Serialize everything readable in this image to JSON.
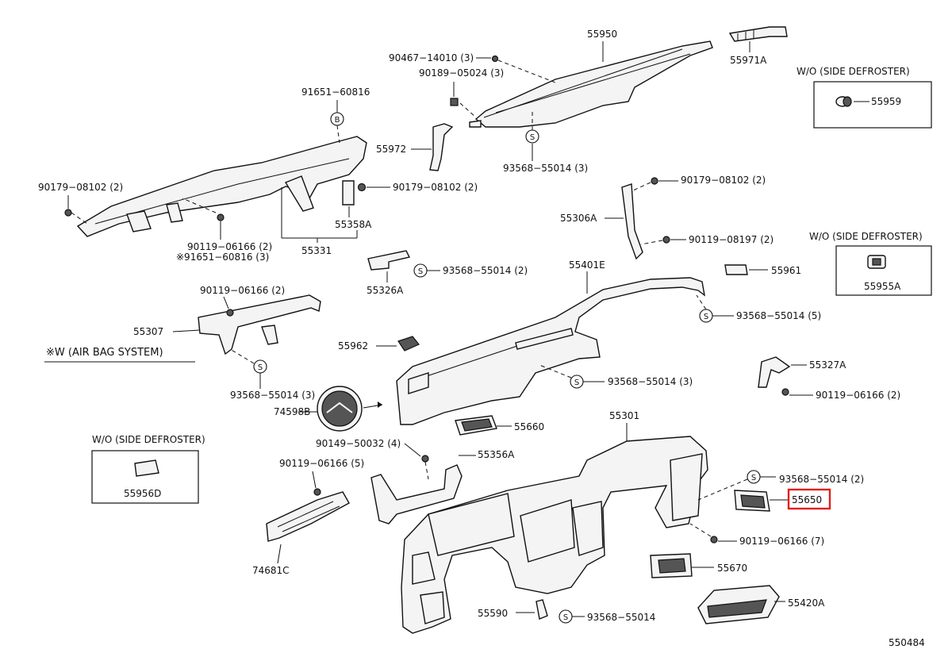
{
  "diagram": {
    "parts": {
      "p55950": "55950",
      "p55971A": "55971A",
      "p90467": "90467−14010 (3)",
      "p90189": "90189−05024 (3)",
      "p55972": "55972",
      "p93568_3a": "93568−55014 (3)",
      "p91651": "91651−60816",
      "p90179_a": "90179−08102 (2)",
      "p90179_b": "90179−08102 (2)",
      "p90119_06166_2": "90119−06166 (2)",
      "p91651_3": "※91651−60816 (3)",
      "p55358A": "55358A",
      "p55331": "55331",
      "p90179_c": "90179−08102 (2)",
      "p55306A": "55306A",
      "p90119_08197": "90119−08197 (2)",
      "p55326A": "55326A",
      "p93568_2a": "93568−55014 (2)",
      "p55401E": "55401E",
      "p55961": "55961",
      "p93568_5": "93568−55014 (5)",
      "p90119_06166_2b": "90119−06166 (2)",
      "p55307": "55307",
      "p55962": "55962",
      "p93568_3b": "93568−55014 (3)",
      "p55327A": "55327A",
      "p90119_06166_2c": "90119−06166 (2)",
      "p93568_3c": "93568−55014 (3)",
      "p74598B": "74598B",
      "p55660": "55660",
      "p55301": "55301",
      "p90149": "90149−50032 (4)",
      "p55356A": "55356A",
      "p90119_06166_5": "90119−06166 (5)",
      "p93568_2b": "93568−55014 (2)",
      "p55650": "55650",
      "p90119_06166_7": "90119−06166 (7)",
      "p74681C": "74681C",
      "p55670": "55670",
      "p55590": "55590",
      "p93568_last": "93568−55014",
      "p55420A": "55420A",
      "p55959": "55959",
      "p55955A": "55955A",
      "p55956D": "55956D"
    },
    "notes": {
      "wo_side_defroster_1": "W/O (SIDE DEFROSTER)",
      "wo_side_defroster_2": "W/O (SIDE DEFROSTER)",
      "wo_side_defroster_3": "W/O (SIDE DEFROSTER)",
      "airbag": "※W (AIR BAG SYSTEM)"
    },
    "symbols": {
      "bolt_s": "S",
      "bolt_b": "B"
    },
    "figure_number": "550484",
    "highlight_color": "#e0201c"
  }
}
